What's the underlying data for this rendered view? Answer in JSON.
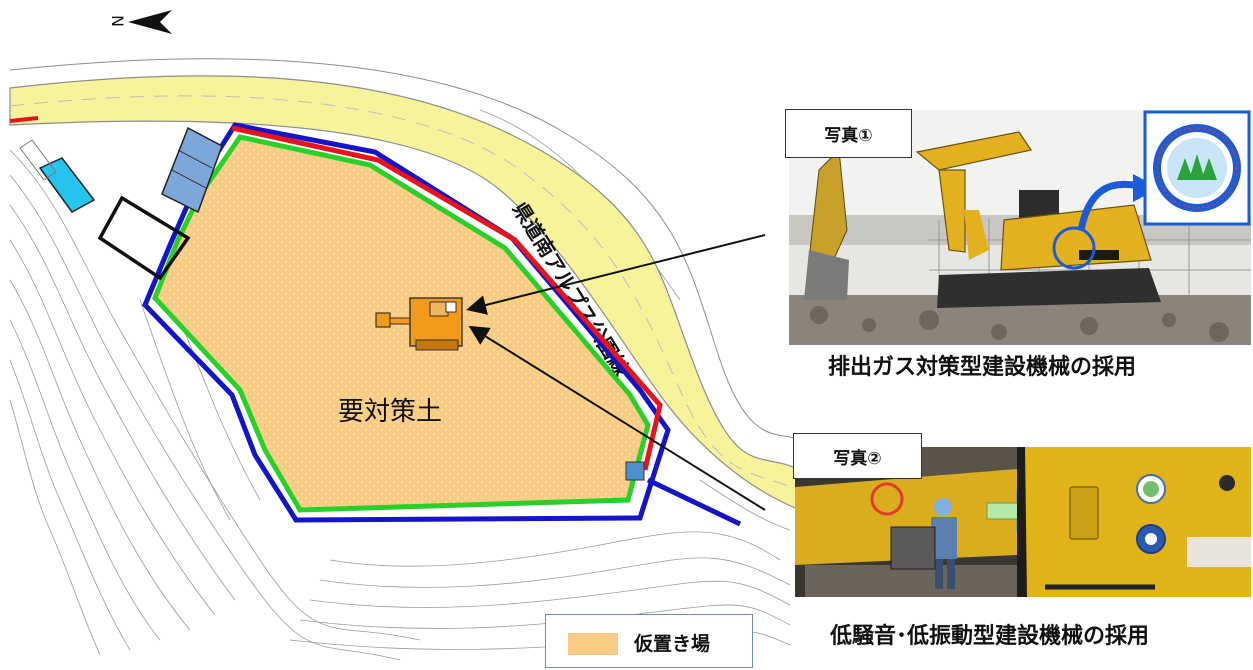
{
  "map": {
    "north_label": "N",
    "road_label": "県道南アルプス公園線",
    "area_label": "要対策土",
    "colors": {
      "stockpile_fill": "#f9cc84",
      "road_fill": "#f6f39a",
      "red_line": "#e8141b",
      "blue_line": "#1414c8",
      "green_line": "#2ad02a",
      "excavator": "#f49a1a"
    }
  },
  "photo1": {
    "label": "写真①",
    "caption": "排出ガス対策型建設機械の採用"
  },
  "photo2": {
    "label": "写真②",
    "caption": "低騒音･低振動型建設機械の採用"
  },
  "legend": {
    "label": "仮置き場"
  }
}
